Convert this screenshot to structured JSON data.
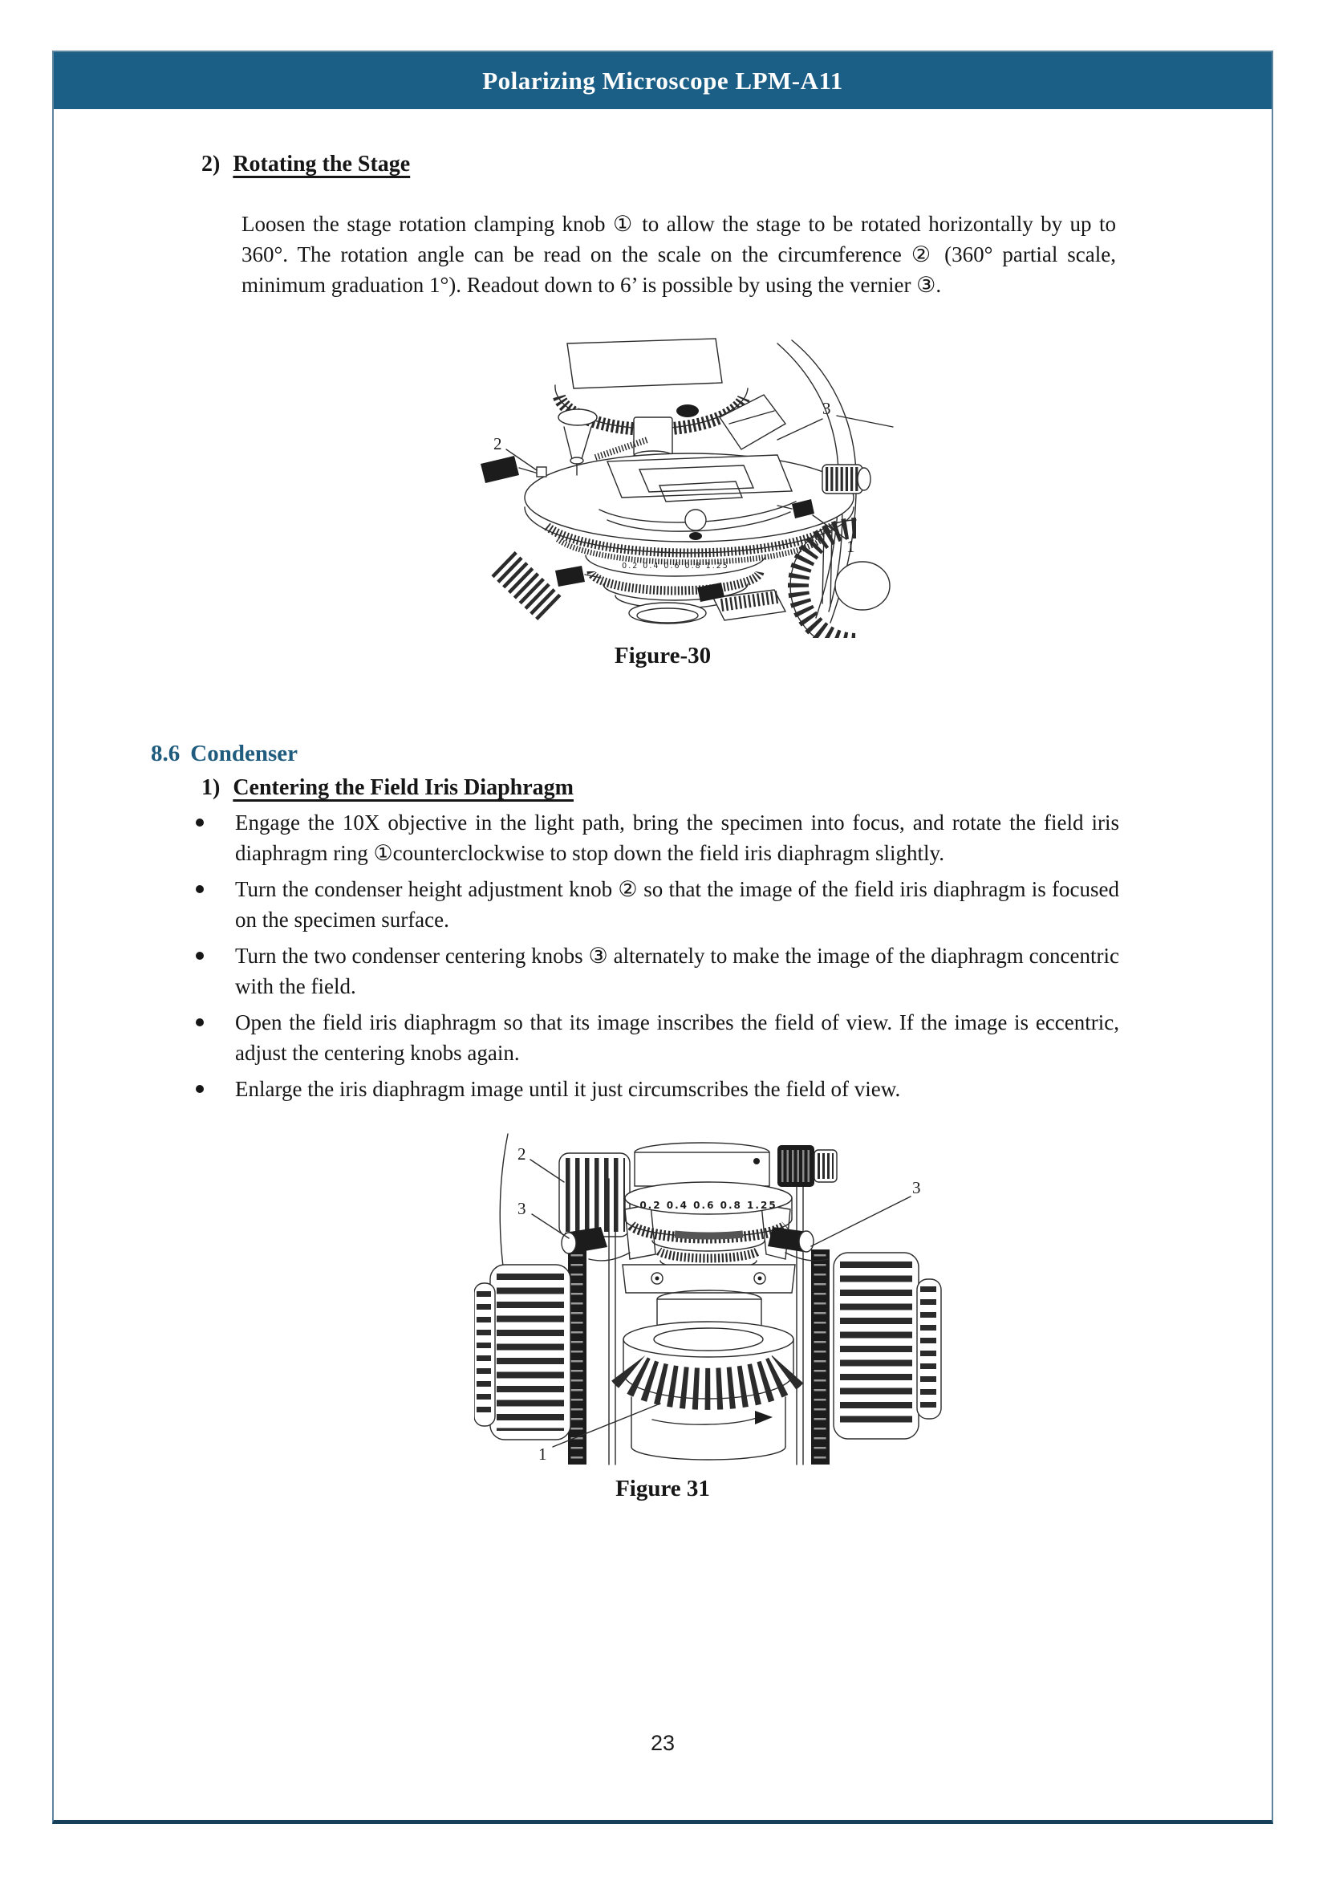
{
  "header": {
    "title": "Polarizing Microscope LPM-A11",
    "bar_color": "#1b5e86"
  },
  "stage_section": {
    "number": "2)",
    "heading": "Rotating the Stage",
    "paragraph": "Loosen the stage rotation clamping knob ① to allow the stage to be rotated horizontally by up to 360°. The rotation angle can be read on the scale on the circumference ② (360° partial scale, minimum graduation 1°). Readout down to 6’ is possible by using the vernier ③."
  },
  "figure30": {
    "caption": "Figure-30",
    "aperture_scale": "0.2 0.4 0.6 0.8 1.25",
    "callouts": {
      "c1": "1",
      "c2": "2",
      "c3": "3"
    }
  },
  "condenser_section": {
    "number": "8.6",
    "heading": "Condenser",
    "sub_number": "1)",
    "sub_heading": "Centering the Field Iris Diaphragm",
    "bullets": [
      "Engage the 10X objective in the light path, bring the specimen into focus, and rotate the field iris diaphragm ring ①counterclockwise to stop down the field iris diaphragm slightly.",
      "Turn the condenser height adjustment knob ② so that the image of the field iris diaphragm is focused on the specimen surface.",
      "Turn the two condenser centering knobs ③ alternately to make the image of the diaphragm concentric with the field.",
      "Open the field iris diaphragm so that its image inscribes the field of view. If the image is eccentric, adjust the centering knobs again.",
      "Enlarge the iris diaphragm image until it just circumscribes the field of view."
    ]
  },
  "figure31": {
    "caption": "Figure 31",
    "aperture_scale": "0.2 0.4 0.6 0.8 1.25",
    "callouts": {
      "c1": "1",
      "c2": "2",
      "c3_left": "3",
      "c3_right": "3"
    }
  },
  "footer": {
    "page_number": "23"
  }
}
